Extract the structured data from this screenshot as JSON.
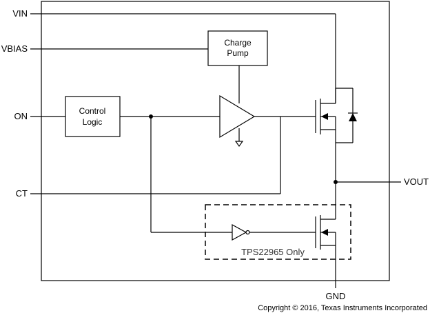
{
  "pins": {
    "vin": "VIN",
    "vbias": "VBIAS",
    "on": "ON",
    "ct": "CT",
    "vout": "VOUT",
    "gnd": "GND"
  },
  "blocks": {
    "charge_pump": [
      "Charge",
      "Pump"
    ],
    "control_logic": [
      "Control",
      "Logic"
    ]
  },
  "variant_note": "TPS22965 Only",
  "copyright": "Copyright © 2016, Texas Instruments Incorporated"
}
